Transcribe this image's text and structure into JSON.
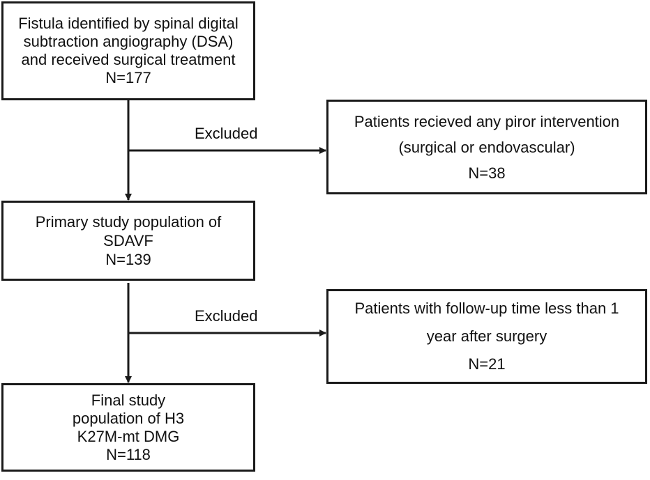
{
  "boxes": {
    "identified": {
      "lines": [
        "Fistula identified by spinal digital",
        "subtraction angiography (DSA)",
        "and received surgical treatment",
        "N=177"
      ]
    },
    "primary": {
      "lines": [
        "Primary study population of",
        "SDAVF",
        "N=139"
      ]
    },
    "final": {
      "lines": [
        "Final study",
        "population of H3",
        "K27M-mt DMG",
        "N=118"
      ]
    }
  },
  "exclusions": {
    "prior_intervention": {
      "label": "Excluded",
      "lines": [
        "Patients recieved any piror intervention",
        "(surgical or endovascular)",
        "N=38"
      ]
    },
    "followup": {
      "label": "Excluded",
      "lines": [
        "Patients with follow-up time less than 1",
        "year after surgery",
        "N=21"
      ]
    }
  },
  "colors": {
    "line": "#1a1a1a",
    "background": "#ffffff"
  }
}
